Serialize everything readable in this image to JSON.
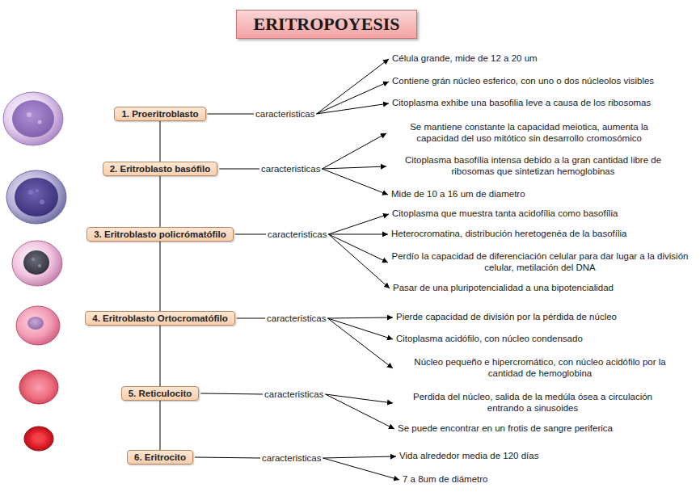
{
  "diagram": {
    "title": "ERITROPOYESIS",
    "nodes": [
      {
        "text": [
          "1. Proeritroblasto"
        ]
      },
      {
        "text": [
          "caracteristicas"
        ]
      },
      {
        "text": [
          "Célula grande, mide de 12 a 20 um"
        ]
      },
      {
        "text": [
          "Contiene grán núcleo esferico, con uno o dos núcleolos visibles"
        ]
      },
      {
        "text": [
          "Citoplasma exhibe una basofilia leve a causa de los ribosomas"
        ]
      },
      {
        "text": [
          "2. Eritroblasto basófilo"
        ]
      },
      {
        "text": [
          "caracteristicas"
        ]
      },
      {
        "text": [
          "Se mantiene constante la capacidad meiotica, aumenta la capacidad del uso mitótico sin desarrollo cromosómico"
        ]
      },
      {
        "text": [
          "Citoplasma basofília intensa debido a la gran cantidad libre de ribosomas que sintetizan hemoglobinas"
        ]
      },
      {
        "text": [
          "Mide de 10 a 16 um de diametro"
        ]
      },
      {
        "text": [
          "3. Eritroblasto policrómatófilo"
        ]
      },
      {
        "text": [
          "caracteristicas"
        ]
      },
      {
        "text": [
          "Citoplasma que muestra tanta acidofília como basofília"
        ]
      },
      {
        "text": [
          "Heterocromatina, distribución heretogenéa de la basofília"
        ]
      },
      {
        "text": [
          "Perdío la capacidad de diferenciación celular para dar lugar a la división celular, metilación del DNA"
        ]
      },
      {
        "text": [
          "Pasar de una pluripotencialidad a una bipotencialidad"
        ]
      },
      {
        "text": [
          "4. Eritroblasto Ortocromatófilo"
        ]
      },
      {
        "text": [
          "caracteristicas"
        ]
      },
      {
        "text": [
          "Pierde capacidad de división por la pérdida de núcleo"
        ]
      },
      {
        "text": [
          "Citoplasma acidófilo, con núcleo condensado"
        ]
      },
      {
        "text": [
          "Núcleo pequeño e hipercromático, con núcleo acidófilo por la cantidad de hemoglobina"
        ]
      },
      {
        "text": [
          "5. Reticulocito"
        ]
      },
      {
        "text": [
          "caracteristicas"
        ]
      },
      {
        "text": [
          "Perdida del núcleo, salida de la medúla ósea a circulación entrando a sinusoides"
        ]
      },
      {
        "text": [
          "Se puede encontrar en un frotis de sangre periferica"
        ]
      },
      {
        "text": [
          "6. Eritrocito"
        ]
      },
      {
        "text": [
          "caracteristicas"
        ]
      },
      {
        "text": [
          "Vida alrededor media de 120 días"
        ]
      },
      {
        "text": [
          "7 a 8um de diámetro"
        ]
      }
    ],
    "edges": [
      {
        "from": 0,
        "to": 1,
        "arrow": "none"
      },
      {
        "from": 1,
        "to": 2,
        "arrow": "to"
      },
      {
        "from": 1,
        "to": 3,
        "arrow": "to"
      },
      {
        "from": 1,
        "to": 4,
        "arrow": "to"
      },
      {
        "from": 5,
        "to": 6,
        "arrow": "none"
      },
      {
        "from": 6,
        "to": 7,
        "arrow": "to"
      },
      {
        "from": 6,
        "to": 8,
        "arrow": "to"
      },
      {
        "from": 6,
        "to": 9,
        "arrow": "to"
      },
      {
        "from": 10,
        "to": 11,
        "arrow": "none"
      },
      {
        "from": 11,
        "to": 12,
        "arrow": "to"
      },
      {
        "from": 11,
        "to": 13,
        "arrow": "to"
      },
      {
        "from": 11,
        "to": 14,
        "arrow": "to"
      },
      {
        "from": 11,
        "to": 15,
        "arrow": "to"
      },
      {
        "from": 16,
        "to": 17,
        "arrow": "none"
      },
      {
        "from": 17,
        "to": 18,
        "arrow": "to"
      },
      {
        "from": 17,
        "to": 19,
        "arrow": "to"
      },
      {
        "from": 17,
        "to": 20,
        "arrow": "to"
      },
      {
        "from": 21,
        "to": 22,
        "arrow": "none"
      },
      {
        "from": 22,
        "to": 23,
        "arrow": "to"
      },
      {
        "from": 22,
        "to": 24,
        "arrow": "to"
      },
      {
        "from": 25,
        "to": 26,
        "arrow": "none"
      },
      {
        "from": 26,
        "to": 27,
        "arrow": "to"
      },
      {
        "from": 26,
        "to": 28,
        "arrow": "to"
      },
      {
        "from": 0,
        "to": 5,
        "arrow": "none"
      },
      {
        "from": 5,
        "to": 10,
        "arrow": "none"
      },
      {
        "from": 10,
        "to": 16,
        "arrow": "none"
      },
      {
        "from": 16,
        "to": 21,
        "arrow": "none"
      },
      {
        "from": 21,
        "to": 25,
        "arrow": "none"
      }
    ]
  }
}
